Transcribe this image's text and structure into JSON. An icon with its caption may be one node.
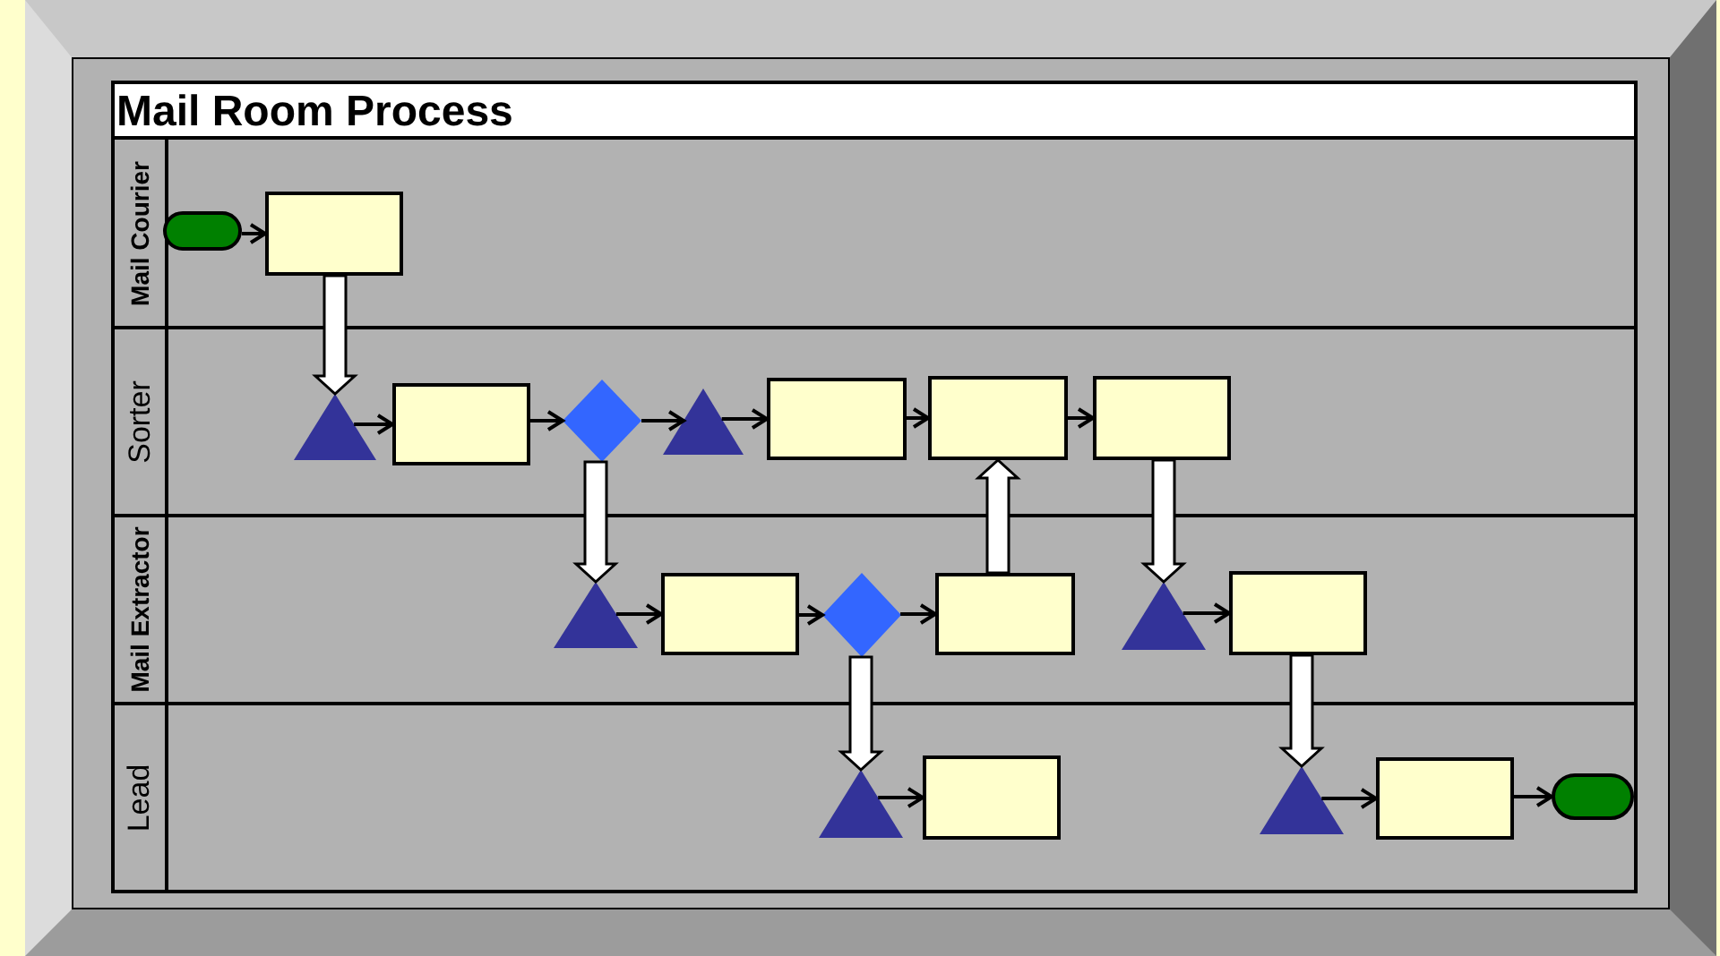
{
  "diagram": {
    "title": "Mail Room Process",
    "nodes": [
      {
        "text": [
          "Mail Courier"
        ]
      },
      {
        "text": [
          "Sorter"
        ]
      },
      {
        "text": [
          "Mail Extractor"
        ]
      },
      {
        "text": [
          "Lead"
        ]
      },
      {
        "text": [],
        "shape": "oval",
        "in": 0
      },
      {
        "text": [],
        "shape": "box",
        "in": 0
      },
      {
        "text": [],
        "shape": "triangle",
        "in": 1
      },
      {
        "text": [],
        "shape": "box",
        "in": 1
      },
      {
        "text": [],
        "shape": "diamond",
        "in": 1
      },
      {
        "text": [],
        "shape": "triangle",
        "in": 1
      },
      {
        "text": [],
        "shape": "box",
        "in": 1
      },
      {
        "text": [],
        "shape": "box",
        "in": 1
      },
      {
        "text": [],
        "shape": "box",
        "in": 1
      },
      {
        "text": [],
        "shape": "triangle",
        "in": 2
      },
      {
        "text": [],
        "shape": "box",
        "in": 2
      },
      {
        "text": [],
        "shape": "diamond",
        "in": 2
      },
      {
        "text": [],
        "shape": "box",
        "in": 2
      },
      {
        "text": [],
        "shape": "triangle",
        "in": 2
      },
      {
        "text": [],
        "shape": "box",
        "in": 2
      },
      {
        "text": [],
        "shape": "triangle",
        "in": 3
      },
      {
        "text": [],
        "shape": "box",
        "in": 3
      },
      {
        "text": [],
        "shape": "triangle",
        "in": 3
      },
      {
        "text": [],
        "shape": "box",
        "in": 3
      },
      {
        "text": [],
        "shape": "oval",
        "in": 3
      }
    ],
    "edges": [
      {
        "from": 4,
        "to": 5,
        "arrow": "to"
      },
      {
        "from": 5,
        "to": 6,
        "arrow": "to",
        "style": "thick",
        "color": "#ffffff"
      },
      {
        "from": 6,
        "to": 7,
        "arrow": "to"
      },
      {
        "from": 7,
        "to": 8,
        "arrow": "to"
      },
      {
        "from": 8,
        "to": 9,
        "arrow": "to"
      },
      {
        "from": 9,
        "to": 10,
        "arrow": "to"
      },
      {
        "from": 10,
        "to": 11,
        "arrow": "to"
      },
      {
        "from": 11,
        "to": 12,
        "arrow": "to"
      },
      {
        "from": 8,
        "to": 13,
        "arrow": "to",
        "style": "thick",
        "color": "#ffffff"
      },
      {
        "from": 13,
        "to": 14,
        "arrow": "to"
      },
      {
        "from": 14,
        "to": 15,
        "arrow": "to"
      },
      {
        "from": 15,
        "to": 16,
        "arrow": "to"
      },
      {
        "from": 16,
        "to": 11,
        "arrow": "to",
        "style": "thick",
        "color": "#ffffff"
      },
      {
        "from": 12,
        "to": 17,
        "arrow": "to",
        "style": "thick",
        "color": "#ffffff"
      },
      {
        "from": 17,
        "to": 18,
        "arrow": "to"
      },
      {
        "from": 15,
        "to": 19,
        "arrow": "to",
        "style": "thick",
        "color": "#ffffff"
      },
      {
        "from": 19,
        "to": 20,
        "arrow": "to"
      },
      {
        "from": 18,
        "to": 21,
        "arrow": "to",
        "style": "thick",
        "color": "#ffffff"
      },
      {
        "from": 21,
        "to": 22,
        "arrow": "to"
      },
      {
        "from": 22,
        "to": 23,
        "arrow": "to"
      }
    ]
  }
}
